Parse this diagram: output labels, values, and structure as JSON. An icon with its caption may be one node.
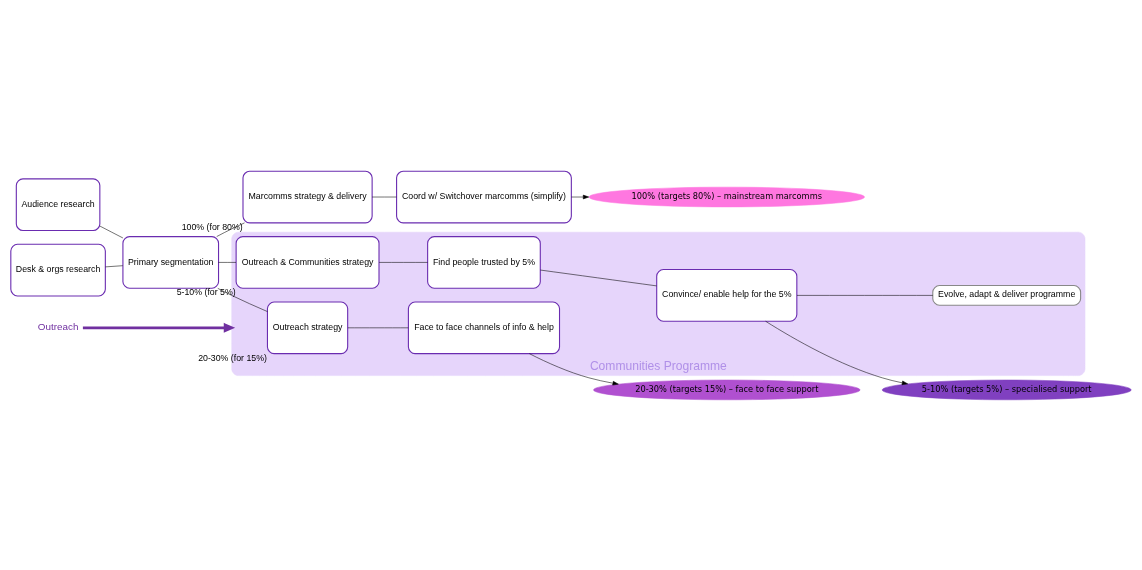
{
  "diagram": {
    "nodes": [
      {
        "text": [
          "Audience research"
        ]
      },
      {
        "text": [
          "Desk & orgs research"
        ]
      },
      {
        "text": [
          "Primary segmentation"
        ]
      },
      {
        "text": [
          "Marcomms strategy & delivery"
        ],
        "beside": [
          "100% (for 80%)"
        ]
      },
      {
        "text": [
          "Coord w/ Switchover marcomms (simplify)"
        ]
      },
      {
        "text": [
          "100% (targets 80%) – mainstream marcomms"
        ]
      },
      {
        "text": [
          "Communities Programme"
        ]
      },
      {
        "text": [
          "Outreach strategy"
        ],
        "in": 6,
        "beside": [
          "20-30% (for 15%)"
        ]
      },
      {
        "text": [
          "Face to face channels of info & help"
        ],
        "in": 6
      },
      {
        "text": [
          "20-30% (targets 15%) – face to face support"
        ]
      },
      {
        "text": [
          "5-10% (targets 5%) – specialised support"
        ]
      },
      {
        "text": [
          "Outreach"
        ]
      },
      {
        "text": [
          "Outreach & Communities strategy"
        ],
        "in": 6,
        "beside": [
          "5-10% (for 5%)"
        ]
      },
      {
        "text": [
          "Find people trusted by 5%"
        ],
        "in": 6
      },
      {
        "text": [
          "Convince/ enable help for the 5%"
        ],
        "in": 6
      },
      {
        "text": [
          "Evolve, adapt & deliver programme"
        ],
        "in": 6
      }
    ],
    "edges": [
      {
        "from": 0,
        "to": 2,
        "arrow": "none"
      },
      {
        "from": 1,
        "to": 2,
        "arrow": "none"
      },
      {
        "from": 2,
        "to": 3,
        "arrow": "none"
      },
      {
        "from": 2,
        "to": 7,
        "arrow": "none"
      },
      {
        "from": 2,
        "to": 12,
        "arrow": "none"
      },
      {
        "from": 3,
        "to": 4,
        "arrow": "none"
      },
      {
        "from": 4,
        "to": 5,
        "arrow": "to"
      },
      {
        "from": 7,
        "to": 8,
        "arrow": "none"
      },
      {
        "from": 8,
        "to": 9,
        "arrow": "to"
      },
      {
        "from": 12,
        "to": 13,
        "arrow": "none"
      },
      {
        "from": 13,
        "to": 14,
        "arrow": "none"
      },
      {
        "from": 14,
        "to": 15,
        "arrow": "none"
      },
      {
        "from": 14,
        "to": 10,
        "arrow": "to"
      },
      {
        "from": 11,
        "to": 6,
        "arrow": "to",
        "style": "thick",
        "color": "#7030a0"
      }
    ]
  }
}
